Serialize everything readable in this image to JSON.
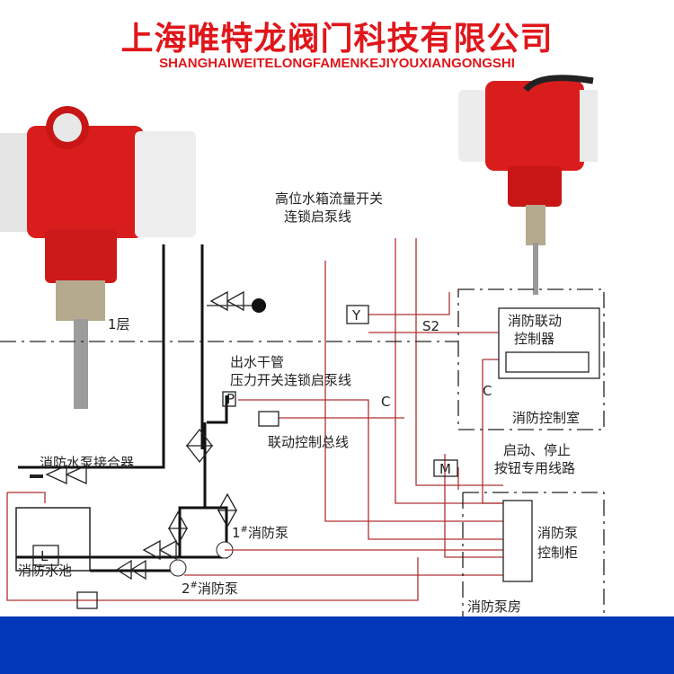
{
  "header": {
    "title_cn": "上海唯特龙阀门科技有限公司",
    "title_en": "SHANGHAIWEITELONGFAMENKEJIYOUXIANGONGSHI"
  },
  "diagram": {
    "high_tank_line1": "高位水箱流量开关",
    "high_tank_line2": "连锁启泵线",
    "floor": "1层",
    "s2": "S2",
    "outlet_main": "出水干管",
    "pressure_switch_line": "压力开关连锁启泵线",
    "c1": "C",
    "c2": "C",
    "linkage_bus": "联动控制总线",
    "pump_adapter": "消防水泵接合器",
    "pool": "消防水池",
    "pump1_num": "1",
    "pump2_num": "2",
    "pump_sup": "#",
    "pump_name": "消防泵",
    "cabinet_line1": "消防泵",
    "cabinet_line2": "控制柜",
    "pump_room": "消防泵房",
    "control_room": "消防控制室",
    "controller_line1": "消防联动",
    "controller_line2": "控制器",
    "start_stop_line1": "启动、停止",
    "start_stop_line2": "按钮专用线路",
    "box_p": "P",
    "box_l": "L",
    "box_m": "M",
    "box_y": "Y"
  },
  "colors": {
    "brand_red": "#e0161b",
    "footer_blue": "#0038b8",
    "wire_red": "#b03030"
  }
}
